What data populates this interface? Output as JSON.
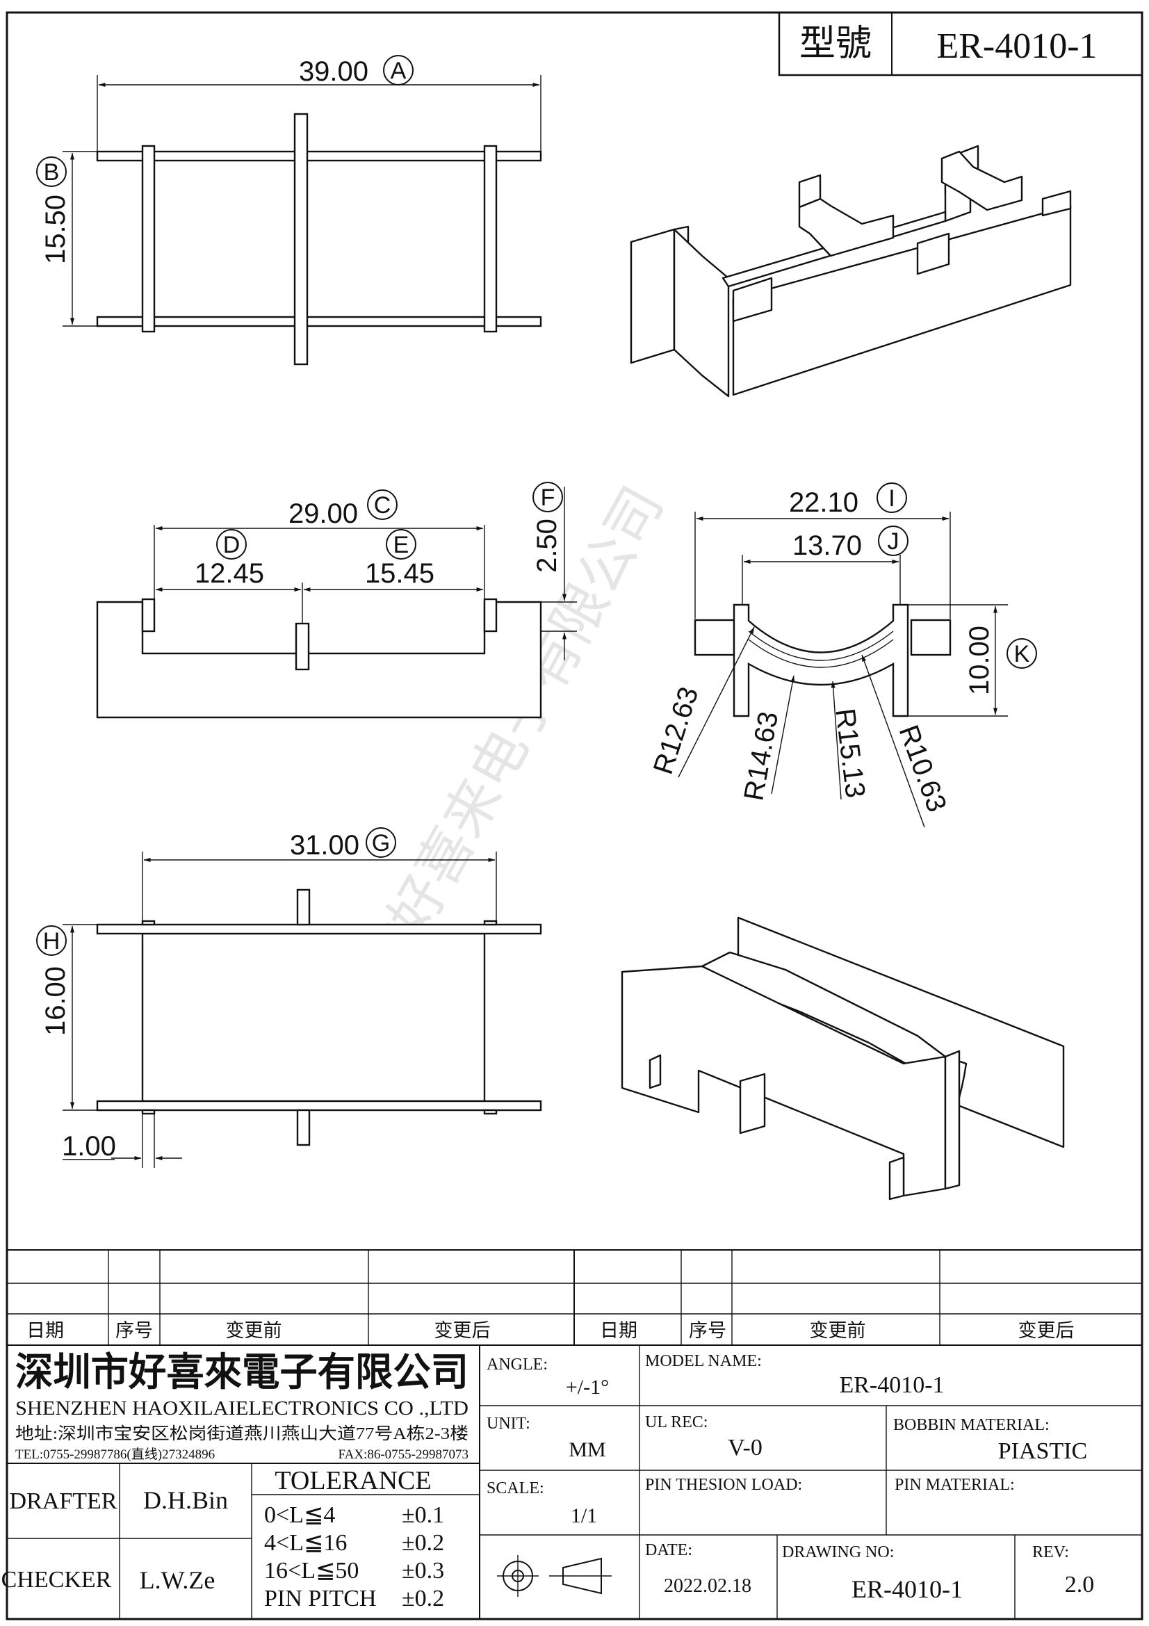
{
  "header": {
    "model_label": "型號",
    "model_value": "ER-4010-1"
  },
  "dimensions": {
    "A": {
      "letter": "A",
      "value": "39.00"
    },
    "B": {
      "letter": "B",
      "value": "15.50"
    },
    "C": {
      "letter": "C",
      "value": "29.00"
    },
    "D": {
      "letter": "D",
      "value": "12.45"
    },
    "E": {
      "letter": "E",
      "value": "15.45"
    },
    "F": {
      "letter": "F",
      "value": "2.50"
    },
    "G": {
      "letter": "G",
      "value": "31.00"
    },
    "H": {
      "letter": "H",
      "value": "16.00"
    },
    "I": {
      "letter": "I",
      "value": "22.10"
    },
    "J": {
      "letter": "J",
      "value": "13.70"
    },
    "K": {
      "letter": "K",
      "value": "10.00"
    },
    "pin_width": "1.00",
    "radii": [
      "R12.63",
      "R14.63",
      "R15.13",
      "R10.63"
    ]
  },
  "watermark": "深圳市好喜来电子有限公司",
  "revision_table": {
    "headers": [
      "日期",
      "序号",
      "变更前",
      "变更后",
      "日期",
      "序号",
      "变更前",
      "变更后"
    ]
  },
  "company": {
    "name_cn": "深圳市好喜來電子有限公司",
    "name_en": "SHENZHEN HAOXILAIELECTRONICS CO .,LTD",
    "address": "地址:深圳市宝安区松岗街道燕川燕山大道77号A栋2-3楼",
    "tel": "TEL:0755-29987786(直线)27324896",
    "fax": "FAX:86-0755-29987073"
  },
  "people": {
    "drafter_label": "DRAFTER",
    "drafter_value": "D.H.Bin",
    "checker_label": "CHECKER",
    "checker_value": "L.W.Ze"
  },
  "tolerance": {
    "title": "TOLERANCE",
    "rows": [
      {
        "range": "0<L≦4",
        "value": "±0.1"
      },
      {
        "range": "4<L≦16",
        "value": "±0.2"
      },
      {
        "range": "16<L≦50",
        "value": "±0.3"
      },
      {
        "range": "PIN PITCH",
        "value": "±0.2"
      }
    ]
  },
  "specs": {
    "angle_label": "ANGLE:",
    "angle_value": "+/-1°",
    "unit_label": "UNIT:",
    "unit_value": "MM",
    "scale_label": "SCALE:",
    "scale_value": "1/1",
    "model_name_label": "MODEL NAME:",
    "model_name_value": "ER-4010-1",
    "ul_rec_label": "UL REC:",
    "ul_rec_value": "V-0",
    "bobbin_material_label": "BOBBIN MATERIAL:",
    "bobbin_material_value": "PIASTIC",
    "pin_thesion_label": "PIN THESION LOAD:",
    "pin_material_label": "PIN MATERIAL:",
    "date_label": "DATE:",
    "date_value": "2022.02.18",
    "drawing_no_label": "DRAWING NO:",
    "drawing_no_value": "ER-4010-1",
    "rev_label": "REV:",
    "rev_value": "2.0"
  }
}
